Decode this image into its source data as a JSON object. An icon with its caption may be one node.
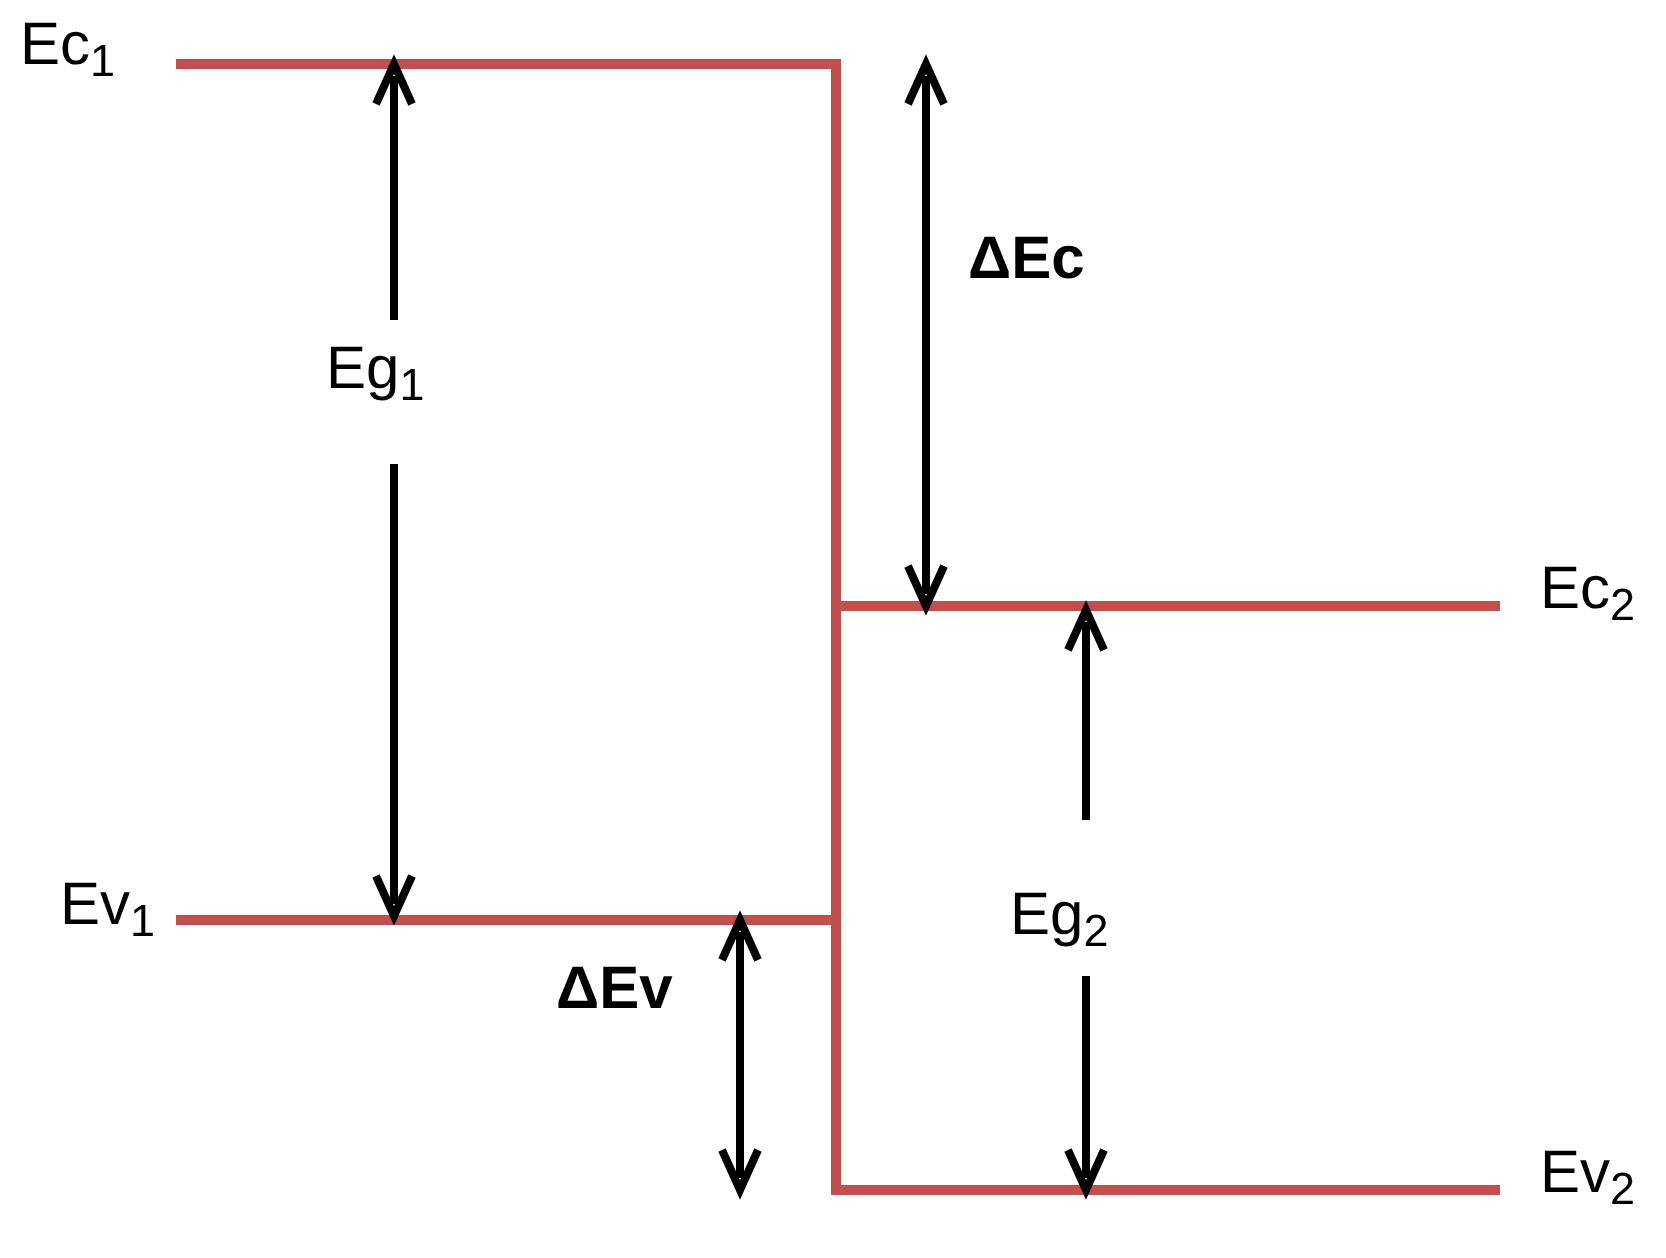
{
  "diagram": {
    "labels": [
      "Ec$_{1}$",
      "ΔEc",
      "Eg$_{1}$",
      "Ec$_{2}$",
      "Ev$_{1}$",
      "Eg$_{2}$",
      "ΔEv",
      "Ev$_{2}$"
    ]
  }
}
